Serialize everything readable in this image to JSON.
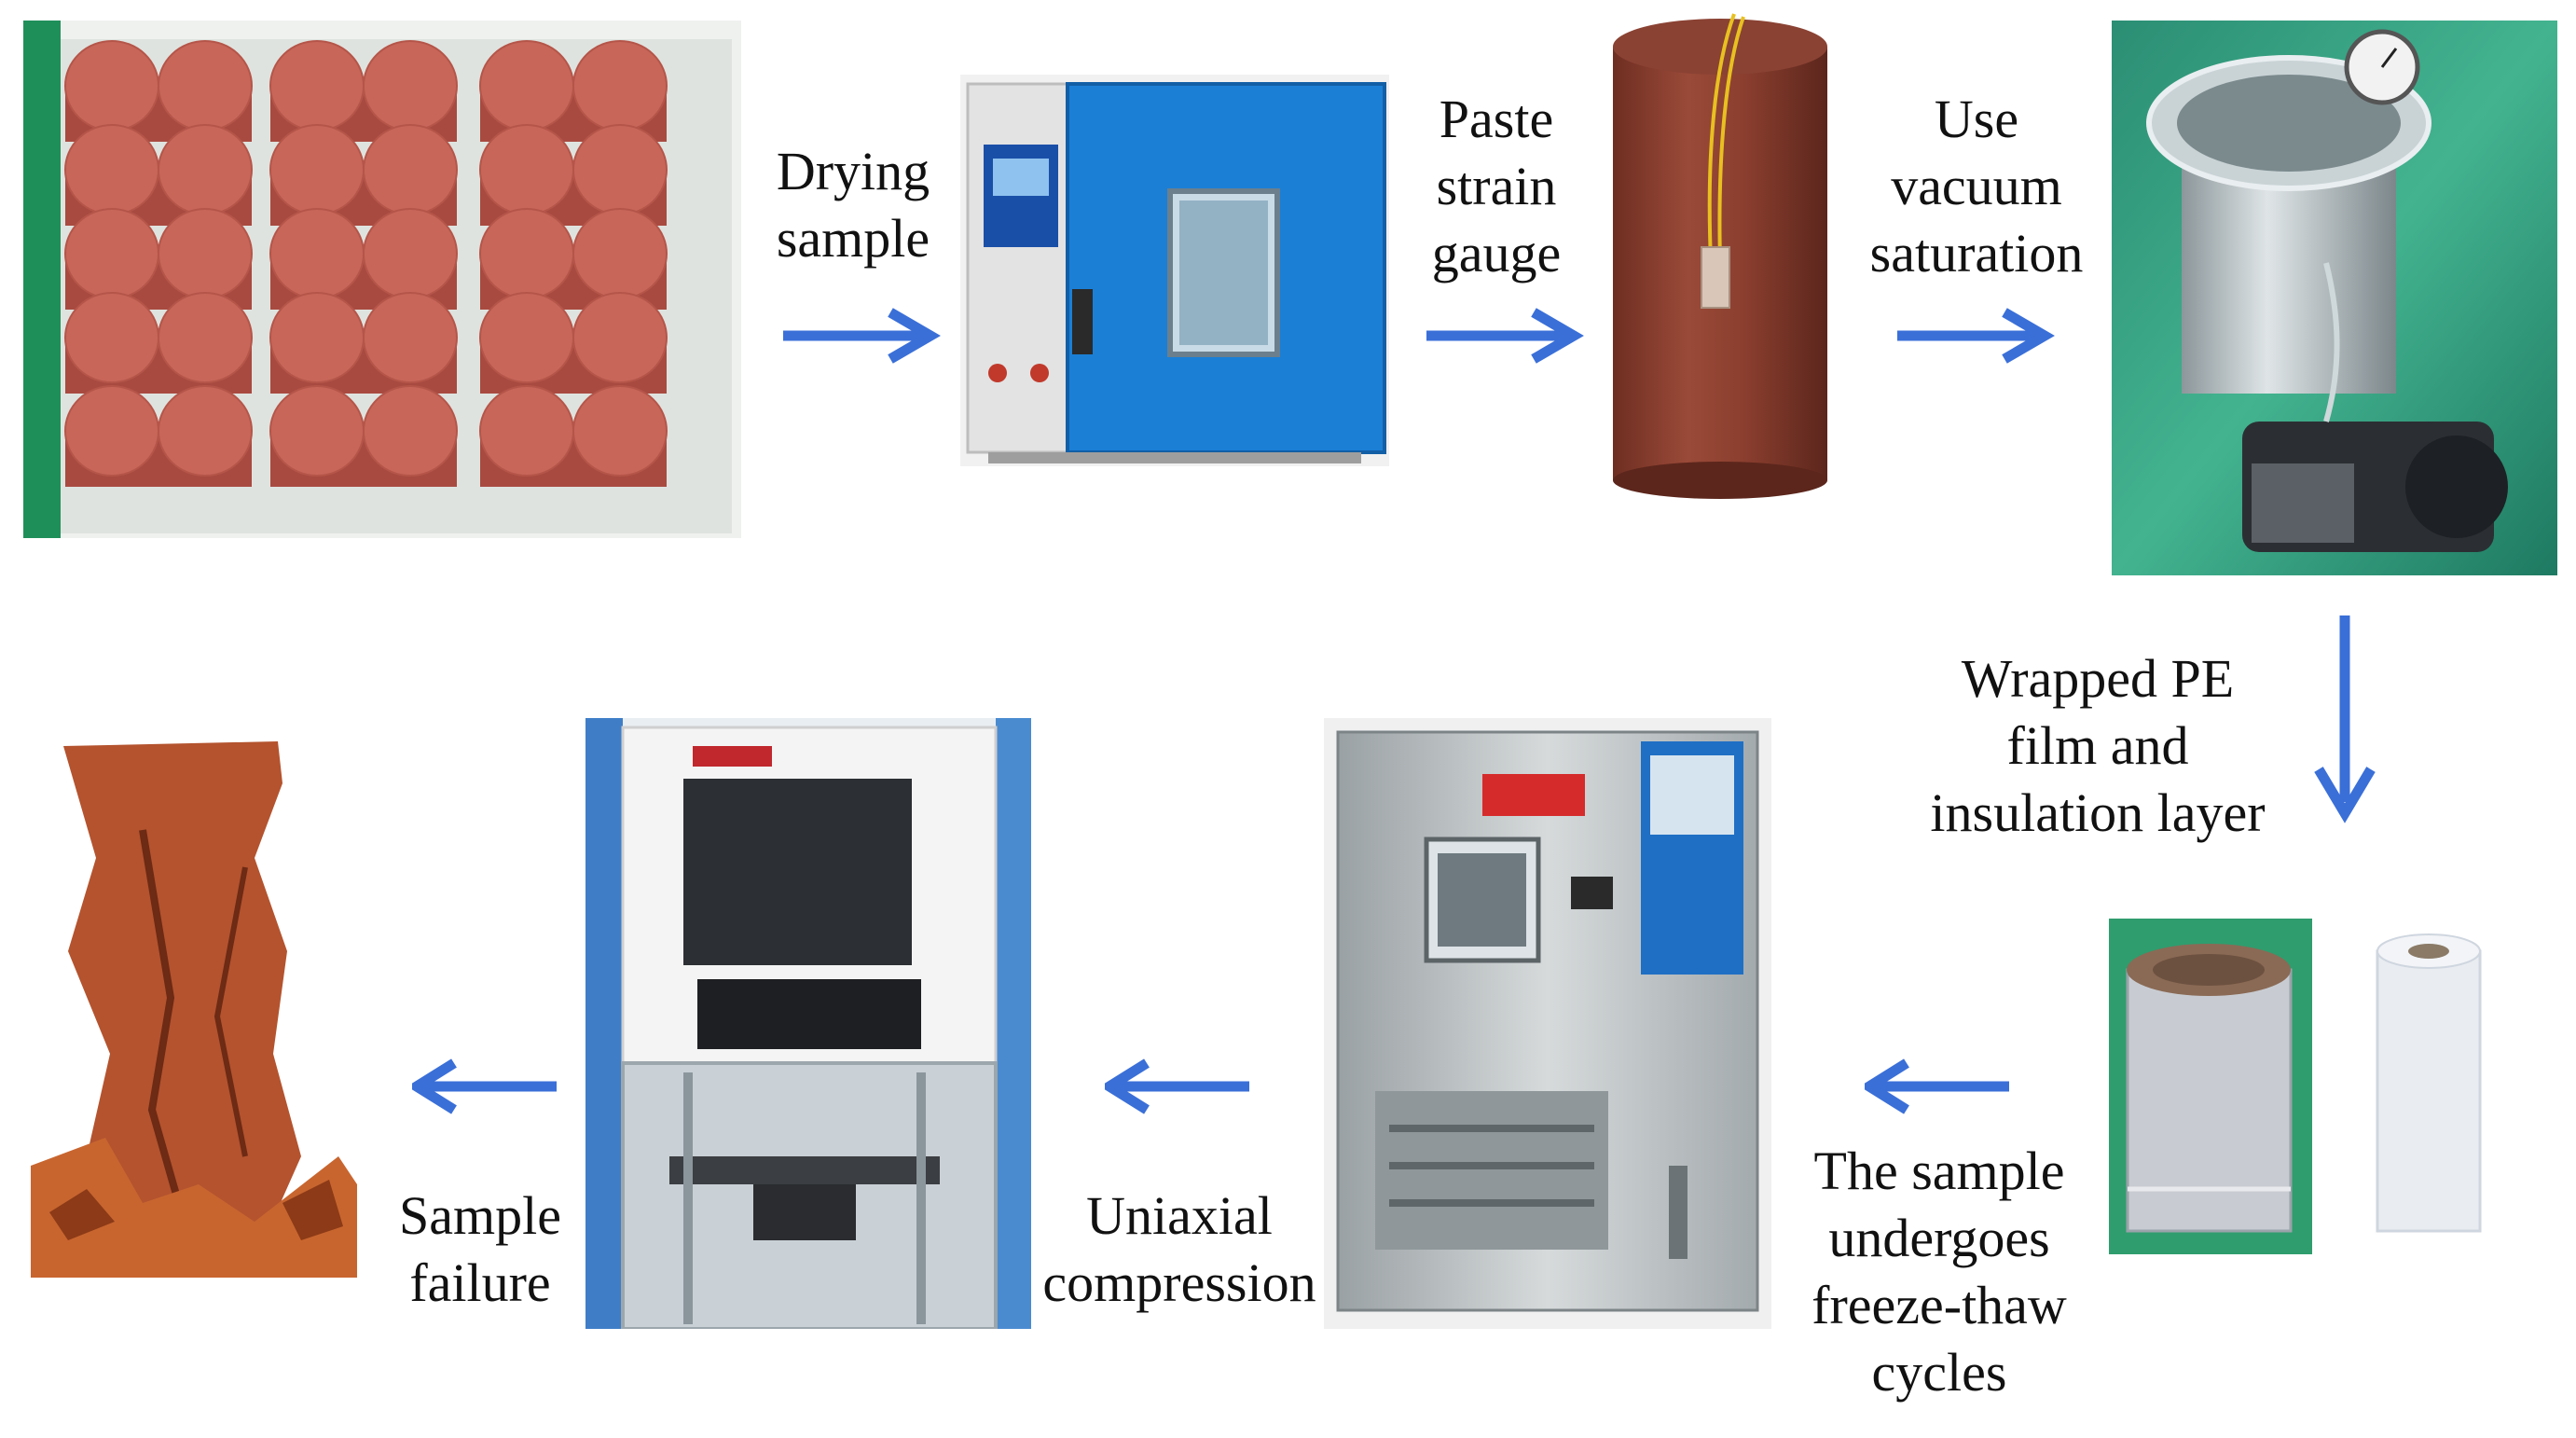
{
  "steps": {
    "drying": "Drying\nsample",
    "paste": "Paste\nstrain\ngauge",
    "vacuum": "Use\nvacuum\nsaturation",
    "wrap": "Wrapped PE\nfilm and\ninsulation layer",
    "freeze": "The sample\nundergoes\nfreeze-thaw\ncycles",
    "uniaxial": "Uniaxial\ncompression",
    "failure": "Sample\nfailure"
  },
  "colors": {
    "arrow": "#3a6fd8",
    "sandstone": "#c8665a",
    "oven_blue": "#1b7fd6",
    "green_bg": "#2e9c7c"
  }
}
